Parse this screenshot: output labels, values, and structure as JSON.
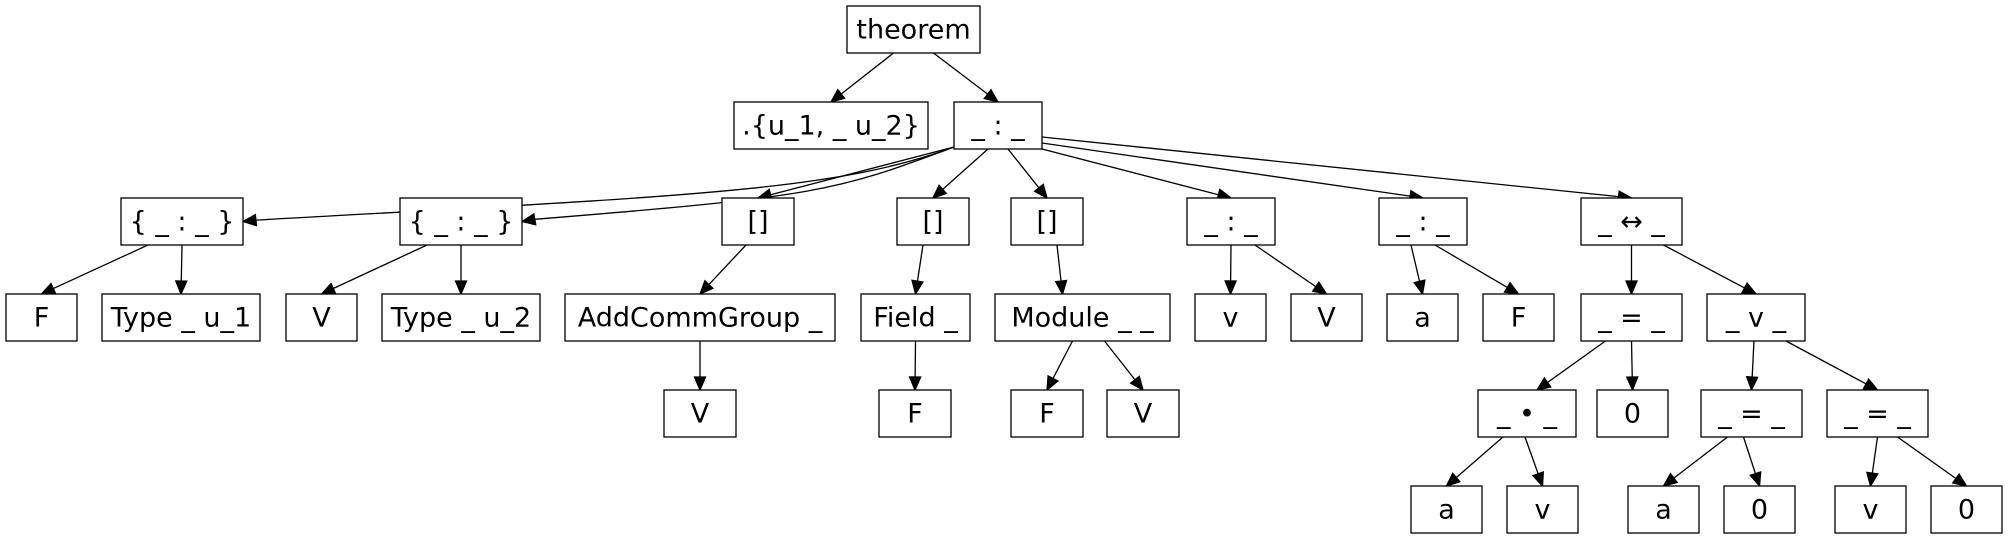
{
  "nodes": {
    "theorem": "theorem",
    "universes": ".{u_1, _ u_2}",
    "typing_root": "_ : _",
    "binder_F": "{ _ : _ }",
    "binder_V": "{ _ : _ }",
    "inst_addcommgroup": "[]",
    "inst_field": "[]",
    "inst_module": "[]",
    "typing_v": "_ : _",
    "typing_a": "_ : _",
    "iff": "_ ↔ _",
    "F_leaf_1": "F",
    "type_u_1": "Type _ u_1",
    "V_leaf_1": "V",
    "type_u_2": "Type _ u_2",
    "addcommgroup": "AddCommGroup _",
    "field": "Field _",
    "module": "Module _ _",
    "v_leaf_1": "v",
    "V_leaf_2": "V",
    "a_leaf_1": "a",
    "F_leaf_2": "F",
    "eq_1": "_ = _",
    "or": "_ v _",
    "V_leaf_3": "V",
    "F_leaf_3": "F",
    "F_leaf_4": "F",
    "V_leaf_4": "V",
    "smul": "_ • _",
    "zero_1": "0",
    "eq_2": "_ = _",
    "eq_3": "_ = _",
    "a_leaf_2": "a",
    "v_leaf_2": "v",
    "a_leaf_3": "a",
    "zero_2": "0",
    "v_leaf_3": "v",
    "zero_3": "0"
  }
}
